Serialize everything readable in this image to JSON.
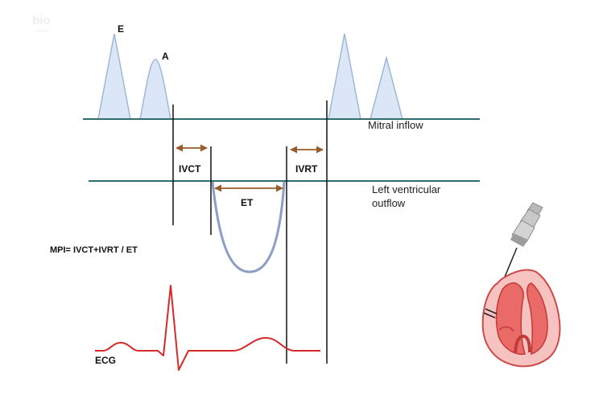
{
  "watermark": {
    "text": "bio",
    "sub": "render"
  },
  "doppler": {
    "e_label": "E",
    "a_label": "A",
    "mitral_label": "Mitral inflow",
    "lv_label_line1": "Left ventricular",
    "lv_label_line2": "outflow"
  },
  "intervals": {
    "ivct": "IVCT",
    "ivrt": "IVRT",
    "et": "ET"
  },
  "formula": "MPI= IVCT+IVRT / ET",
  "ecg_label": "ECG",
  "colors": {
    "baseline": "#2e6e6e",
    "doppler_fill": "#dbe7f6",
    "doppler_stroke": "#9fb7d8",
    "outflow_curve": "#8d9ec4",
    "interval_arrow": "#9b5a2a",
    "ecg": "#d42a2a",
    "marker_line": "#111111",
    "heart_fill": "#f6c3c0",
    "heart_stroke": "#d04a4a",
    "probe": "#a8a8a8"
  },
  "icons": {
    "probe": "ultrasound-probe-icon",
    "heart": "heart-illustration"
  }
}
